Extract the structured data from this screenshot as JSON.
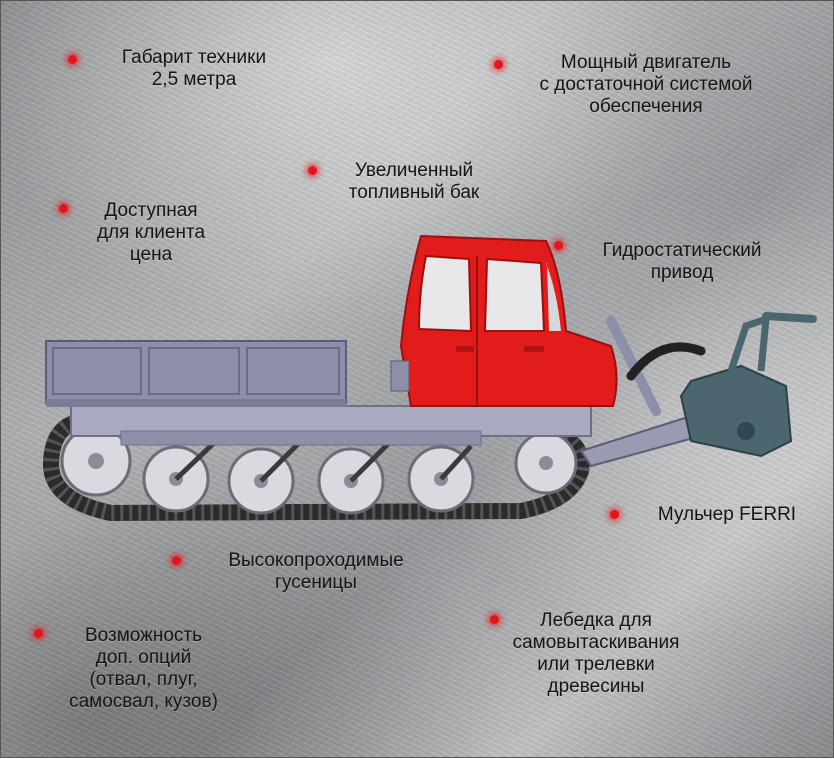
{
  "colors": {
    "bullet": "#e4141b",
    "cab": "#e21b1b",
    "dump_body": "#8d8ea8",
    "chassis": "#a8a9bc",
    "tracks": "#2a2a2a",
    "mulcher": "#4c6670"
  },
  "features": [
    {
      "id": "size",
      "text": "Габарит техники\n2,5 метра"
    },
    {
      "id": "engine",
      "text": "Мощный двигатель\nс достаточной системой\nобеспечения"
    },
    {
      "id": "tank",
      "text": "Увеличенный\nтопливный бак"
    },
    {
      "id": "price",
      "text": "Доступная\nдля клиента\nцена"
    },
    {
      "id": "hydro",
      "text": "Гидростатический\nпривод"
    },
    {
      "id": "mulcher",
      "text": "Мульчер FERRI"
    },
    {
      "id": "tracks",
      "text": "Высокопроходимые\nгусеницы"
    },
    {
      "id": "options",
      "text": "Возможность\nдоп. опций\n(отвал, плуг,\nсамосвал, кузов)"
    },
    {
      "id": "winch",
      "text": "Лебедка для\nсамовытаскивания\nили трелевки\nдревесины"
    }
  ]
}
